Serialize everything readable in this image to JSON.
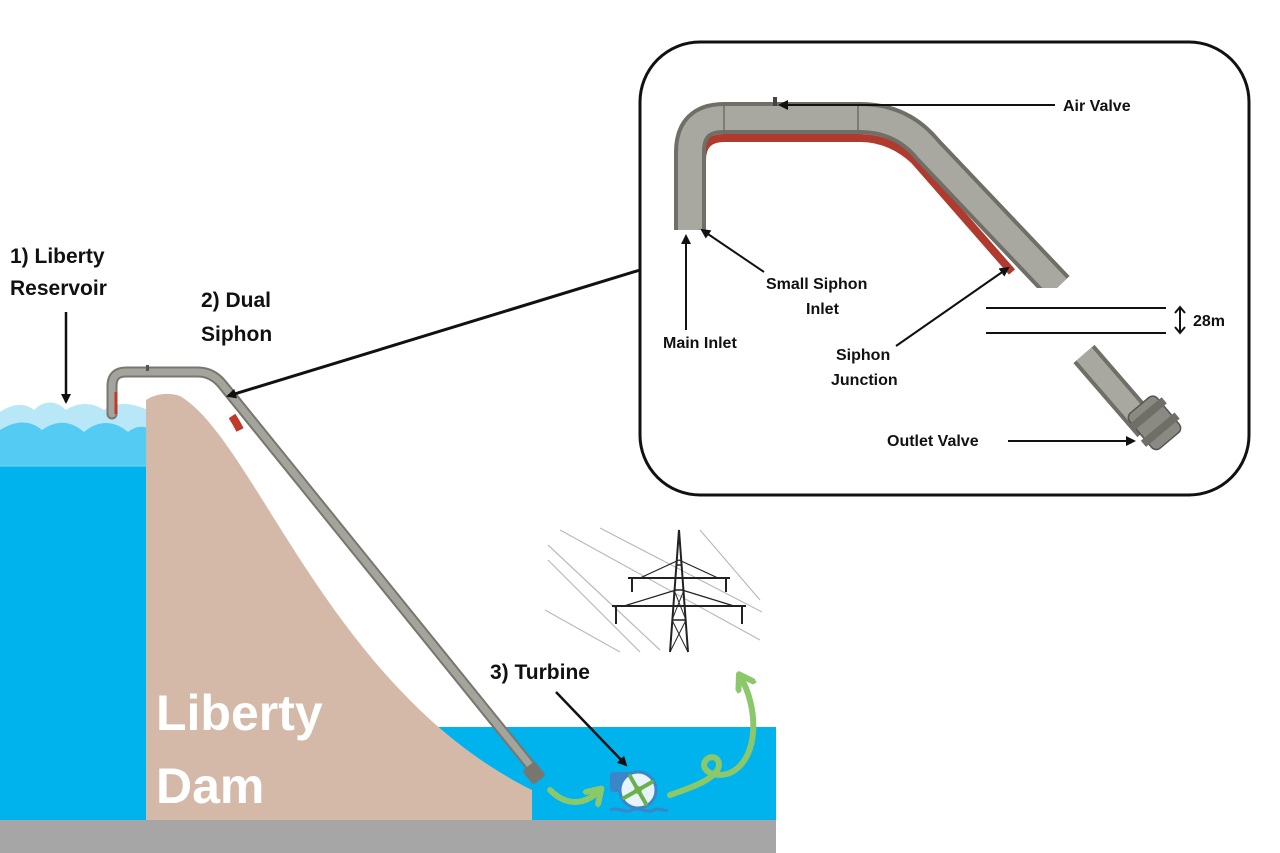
{
  "labels": {
    "reservoir_line1": "1) Liberty",
    "reservoir_line2": "Reservoir",
    "siphon_line1": "2) Dual",
    "siphon_line2": "Siphon",
    "turbine": "3) Turbine",
    "dam_line1": "Liberty",
    "dam_line2": "Dam"
  },
  "inset": {
    "air_valve": "Air Valve",
    "small_inlet_line1": "Small Siphon",
    "small_inlet_line2": "Inlet",
    "main_inlet": "Main Inlet",
    "junction_line1": "Siphon",
    "junction_line2": "Junction",
    "outlet_valve": "Outlet Valve",
    "dimension": "28m"
  },
  "icons": [
    "pylon-icon",
    "turbine-icon",
    "flow-arrow-icon",
    "arrow-up-icon",
    "double-arrow-icon"
  ],
  "colors": {
    "water": "#00b3ec",
    "wave": "#b8e8f8",
    "dam": "#d4b8a8",
    "ground": "#a6a6a6",
    "pipe": "#9a9a92",
    "pipe_red": "#c0392b",
    "flow": "#8ac86a"
  }
}
